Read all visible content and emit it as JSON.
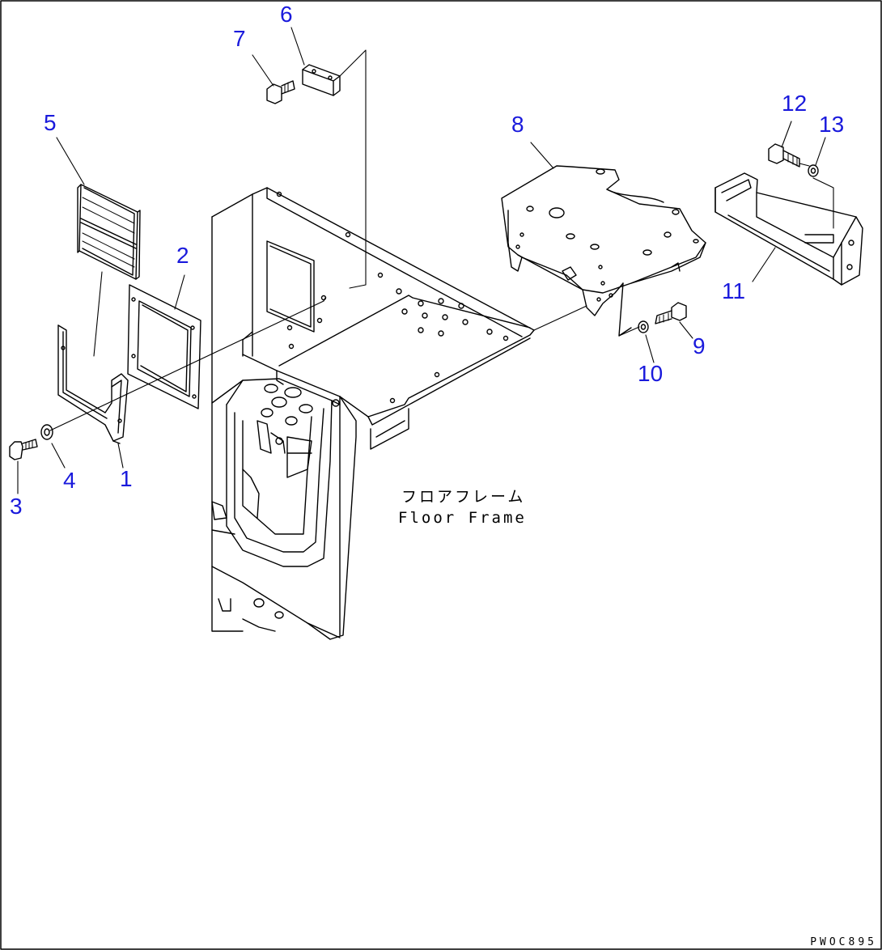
{
  "callout_color": "#1a1adc",
  "line_color": "#000000",
  "callouts": [
    {
      "id": "1",
      "text": "1"
    },
    {
      "id": "2",
      "text": "2"
    },
    {
      "id": "3",
      "text": "3"
    },
    {
      "id": "4",
      "text": "4"
    },
    {
      "id": "5",
      "text": "5"
    },
    {
      "id": "6",
      "text": "6"
    },
    {
      "id": "7",
      "text": "7"
    },
    {
      "id": "8",
      "text": "8"
    },
    {
      "id": "9",
      "text": "9"
    },
    {
      "id": "10",
      "text": "10"
    },
    {
      "id": "11",
      "text": "11"
    },
    {
      "id": "12",
      "text": "12"
    },
    {
      "id": "13",
      "text": "13"
    }
  ],
  "frame_label": {
    "jp": "フロアフレーム",
    "en": "Floor Frame"
  },
  "drawing_code": "PWOC895"
}
